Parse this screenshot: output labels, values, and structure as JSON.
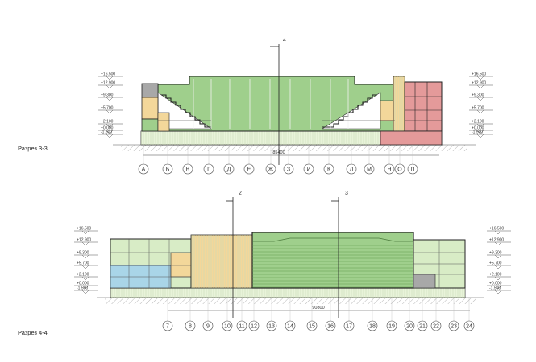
{
  "section_3_3": {
    "title": "Разрез 3-3",
    "cut_mark": "4",
    "dimension": "85400",
    "axes": [
      "А",
      "Б",
      "В",
      "Г",
      "Д",
      "Е",
      "Ж",
      "З",
      "И",
      "К",
      "Л",
      "М",
      "Н",
      "О",
      "П"
    ],
    "levels_left": [
      "+16.500",
      "+12.900",
      "+9.300",
      "+5.700",
      "+2.100",
      "+0.000",
      "-1.500"
    ],
    "levels_right": [
      "+16.500",
      "+12.900",
      "+9.300",
      "+5.700",
      "+2.100",
      "+0.000",
      "-1.500"
    ]
  },
  "section_4_4": {
    "title": "Разрез 4-4",
    "cut_mark_a": "2",
    "cut_mark_b": "3",
    "dimension": "90800",
    "axes": [
      "7",
      "8",
      "9",
      "10",
      "11",
      "12",
      "13",
      "14",
      "15",
      "16",
      "17",
      "18",
      "19",
      "20",
      "21",
      "22",
      "23",
      "24"
    ],
    "levels_left": [
      "+16.500",
      "+12.900",
      "+9.300",
      "+5.700",
      "+2.100",
      "+0.000",
      "-1.500"
    ],
    "levels_right": [
      "+16.500",
      "+12.900",
      "+9.300",
      "+5.700",
      "+2.100",
      "+0.000",
      "-1.500"
    ]
  },
  "colors": {
    "green": "#9fcf8c",
    "light_green": "#d8ecc6",
    "yellow": "#f3d79a",
    "red": "#e49a9a",
    "blue": "#a9d5e8",
    "gray": "#a8a8a8",
    "pale_green": "#e8f3d9"
  }
}
